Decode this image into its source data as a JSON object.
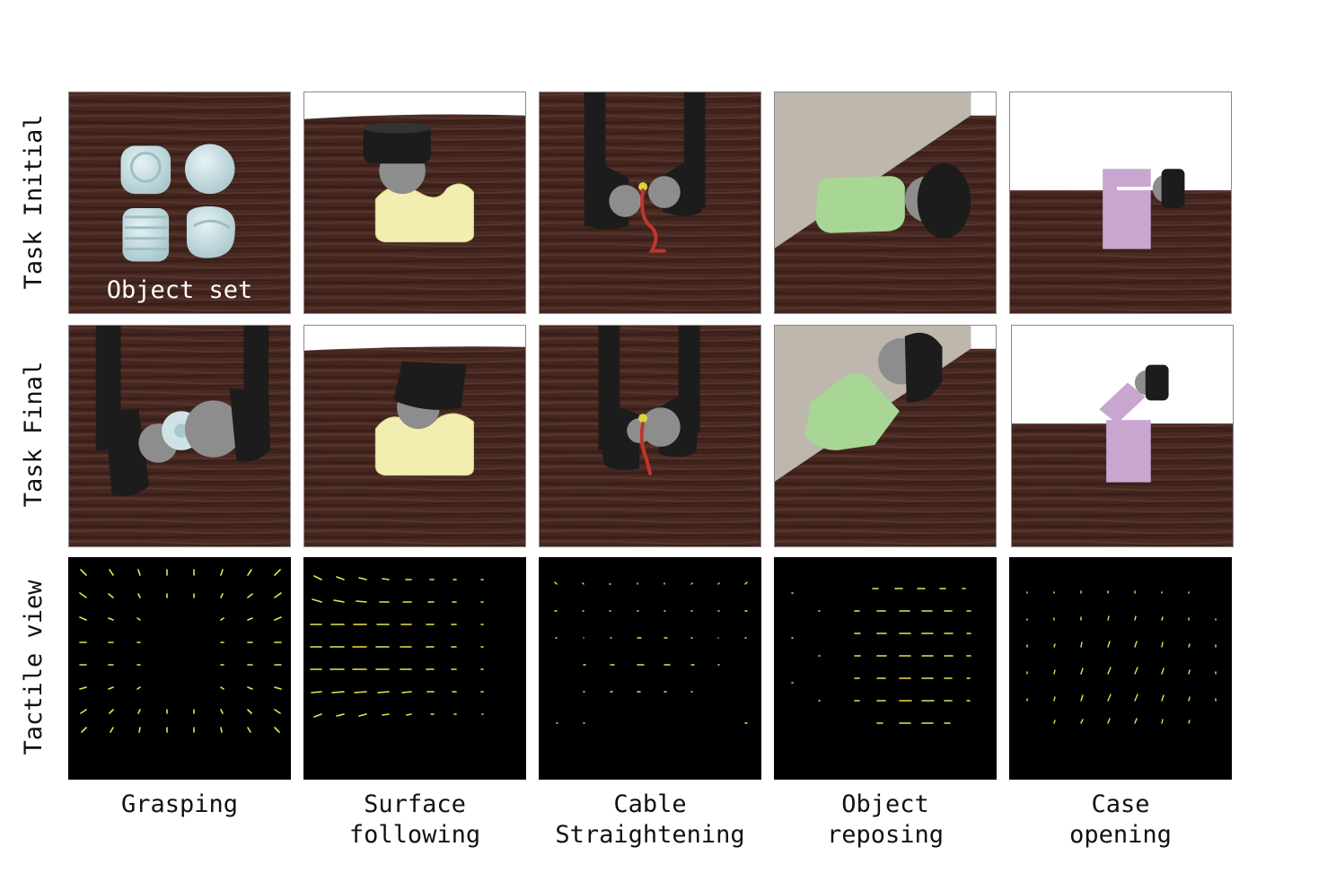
{
  "row_labels": [
    "Task Initial",
    "Task Final",
    "Tactile view"
  ],
  "column_labels": [
    "Grasping",
    "Surface\nfollowing",
    "Cable\nStraightening",
    "Object\nreposing",
    "Case\nopening"
  ],
  "object_set_caption": "Object set",
  "colors": {
    "wood": "#4a2a22",
    "wood_dark": "#3a1f19",
    "gripper": "#1c1c1c",
    "sensor_tip": "#8d8d8d",
    "object_light_blue": "#cfe3e6",
    "object_yellow": "#f1eeb0",
    "object_green": "#a8d694",
    "object_purple": "#c9a6cf",
    "cable_red": "#c0362c",
    "wall": "#bdb7ae",
    "arrow_yellow": "#ece24a"
  }
}
